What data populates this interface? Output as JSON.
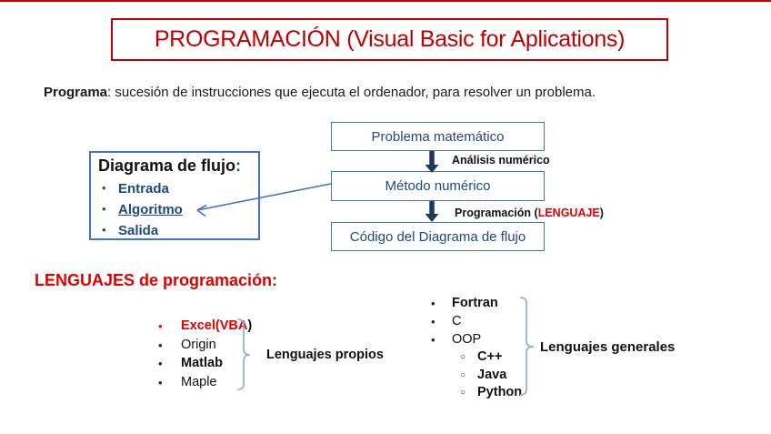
{
  "slide_title": "PROGRAMACIÓN (Visual Basic for Aplications)",
  "intro": {
    "lead": "Programa",
    "rest": ": sucesión de instrucciones que ejecuta el ordenador, para resolver un problema."
  },
  "flow": {
    "box1": "Problema matemático",
    "box2": "Método numérico",
    "box3": "Código del Diagrama de flujo",
    "arrow1_label": "Análisis numérico",
    "arrow2_prefix": "Programación (",
    "arrow2_highlight": "LENGUAJE",
    "arrow2_suffix": ")"
  },
  "flujo_panel": {
    "title": "Diagrama de flujo",
    "colon": ":",
    "items": [
      {
        "label": "Entrada"
      },
      {
        "label": "Algoritmo"
      },
      {
        "label": "Salida"
      }
    ]
  },
  "languages": {
    "heading": "LENGUAJES de programación:",
    "left": {
      "item1_red": "Excel(VBA",
      "item1_suffix": ")",
      "item2": "Origin",
      "item3": "Matlab",
      "item4": "Maple",
      "brace_label": "Lenguajes propios"
    },
    "right": {
      "item1": "Fortran",
      "item2": "C",
      "item3": "OOP",
      "sub1": "C++",
      "sub2": "Java",
      "sub3": "Python",
      "brace_label": "Lenguajes generales"
    }
  },
  "glyphs": {
    "bullet": "•",
    "circle": "○"
  },
  "colors": {
    "title_red": "#C00000",
    "accent_red": "#E00000",
    "box_border_blue": "#4472C4",
    "box_text_blue": "#1F497D",
    "arrow_navy": "#203864",
    "brace_blue": "#95B3D7"
  }
}
